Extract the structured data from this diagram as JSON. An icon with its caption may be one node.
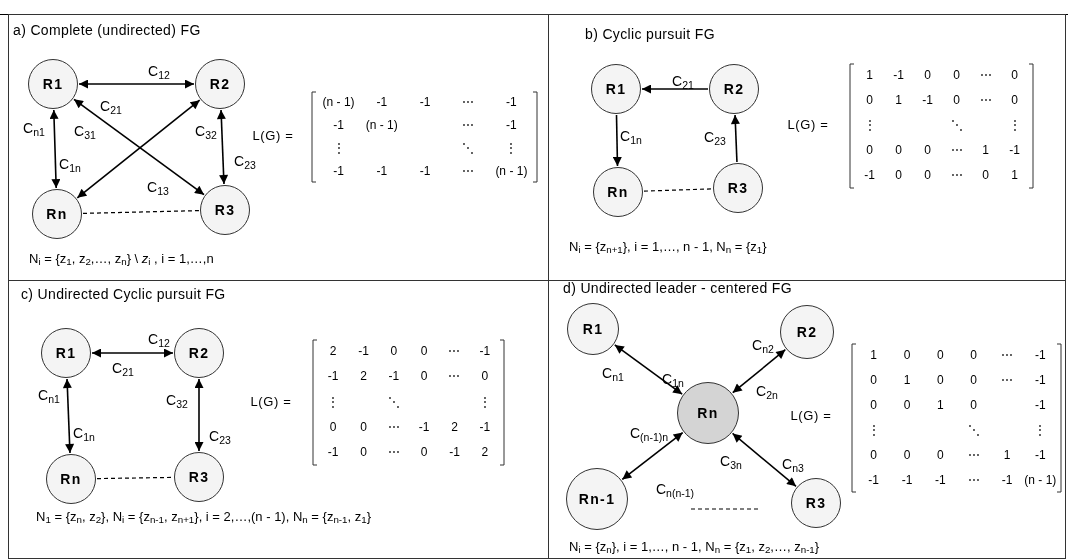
{
  "diagram": {
    "nodes": [
      {
        "text": [
          "a) Complete (undirected) FG"
        ]
      },
      {
        "text": [
          "R1"
        ],
        "in": 0
      },
      {
        "text": [
          "R2"
        ],
        "in": 0
      },
      {
        "text": [
          "Rn"
        ],
        "in": 0
      },
      {
        "text": [
          "R3"
        ],
        "in": 0
      },
      {
        "text": [
          "b) Cyclic pursuit FG"
        ]
      },
      {
        "text": [
          "R1"
        ],
        "in": 5
      },
      {
        "text": [
          "R2"
        ],
        "in": 5
      },
      {
        "text": [
          "Rn"
        ],
        "in": 5
      },
      {
        "text": [
          "R3"
        ],
        "in": 5
      },
      {
        "text": [
          "c) Undirected Cyclic pursuit FG"
        ]
      },
      {
        "text": [
          "R1"
        ],
        "in": 10
      },
      {
        "text": [
          "R2"
        ],
        "in": 10
      },
      {
        "text": [
          "Rn"
        ],
        "in": 10
      },
      {
        "text": [
          "R3"
        ],
        "in": 10
      },
      {
        "text": [
          "d) Undirected leader - centered FG"
        ]
      },
      {
        "text": [
          "R1"
        ],
        "in": 15
      },
      {
        "text": [
          "R2"
        ],
        "in": 15
      },
      {
        "text": [
          "Rn"
        ],
        "in": 15
      },
      {
        "text": [
          "Rn-1"
        ],
        "in": 15
      },
      {
        "text": [
          "R3"
        ],
        "in": 15
      }
    ],
    "edges": [
      {
        "from": 1,
        "to": 2,
        "arrow": "both"
      },
      {
        "from": 1,
        "to": 3,
        "arrow": "both"
      },
      {
        "from": 1,
        "to": 4,
        "arrow": "both"
      },
      {
        "from": 2,
        "to": 3,
        "arrow": "both"
      },
      {
        "from": 2,
        "to": 4,
        "arrow": "both"
      },
      {
        "from": 3,
        "to": 4,
        "arrow": "none",
        "style": "dashed"
      },
      {
        "from": 7,
        "to": 6,
        "arrow": "to"
      },
      {
        "from": 6,
        "to": 8,
        "arrow": "to"
      },
      {
        "from": 9,
        "to": 7,
        "arrow": "to"
      },
      {
        "from": 8,
        "to": 9,
        "arrow": "none",
        "style": "dashed"
      },
      {
        "from": 11,
        "to": 12,
        "arrow": "both"
      },
      {
        "from": 11,
        "to": 13,
        "arrow": "both"
      },
      {
        "from": 12,
        "to": 14,
        "arrow": "both"
      },
      {
        "from": 13,
        "to": 14,
        "arrow": "none",
        "style": "dashed"
      },
      {
        "from": 16,
        "to": 18,
        "arrow": "both"
      },
      {
        "from": 17,
        "to": 18,
        "arrow": "both"
      },
      {
        "from": 19,
        "to": 18,
        "arrow": "both"
      },
      {
        "from": 20,
        "to": 18,
        "arrow": "both"
      }
    ],
    "labels": [
      "C$_{12}$",
      "C$_{21}$",
      "C$_{n1}$",
      "C$_{31}$",
      "C$_{32}$",
      "C$_{1n}$",
      "C$_{23}$",
      "C$_{13}$",
      "L(G) =",
      "(n - 1)",
      "-1",
      "-1",
      "⋯",
      "-1",
      "-1",
      "(n - 1)",
      "⋯",
      "-1",
      "⋮",
      "⋱",
      "⋮",
      "-1",
      "-1",
      "-1",
      "⋯",
      "(n - 1)",
      "N$_{i}$ = {z$_{1}$, z$_{2}$,…, z$_{n}$} \\ *z*$_{i}$ , i = 1,…,n",
      "C$_{21}$",
      "C$_{1n}$",
      "C$_{23}$",
      "L(G) =",
      "1",
      "-1",
      "0",
      "0",
      "⋯",
      "0",
      "0",
      "1",
      "-1",
      "0",
      "⋯",
      "0",
      "⋮",
      "⋱",
      "⋮",
      "0",
      "0",
      "0",
      "⋯",
      "1",
      "-1",
      "-1",
      "0",
      "0",
      "⋯",
      "0",
      "1",
      "N$_{i}$ = {z$_{n+1}$}, i = 1,…, n - 1,  N$_{n}$ = {z$_{1}$}",
      "C$_{12}$",
      "C$_{21}$",
      "C$_{n1}$",
      "C$_{32}$",
      "C$_{1n}$",
      "C$_{23}$",
      "L(G) =",
      "2",
      "-1",
      "0",
      "0",
      "⋯",
      "-1",
      "-1",
      "2",
      "-1",
      "0",
      "⋯",
      "0",
      "⋮",
      "⋱",
      "⋮",
      "0",
      "0",
      "⋯",
      "-1",
      "2",
      "-1",
      "-1",
      "0",
      "⋯",
      "0",
      "-1",
      "2",
      "N$_{1}$ = {z$_{n}$, z$_{2}$}, N$_{i}$ = {z$_{n-1}$, z$_{n+1}$}, i = 2,…,(n - 1), N$_{n}$ = {z$_{n-1}$, z$_{1}$}",
      "C$_{n1}$",
      "C$_{1n}$",
      "C$_{n2}$",
      "C$_{2n}$",
      "C$_{(n-1)n}$",
      "C$_{3n}$",
      "C$_{n3}$",
      "C$_{n(n-1)}$",
      "L(G) =",
      "1",
      "0",
      "0",
      "0",
      "⋯",
      "-1",
      "0",
      "1",
      "0",
      "0",
      "⋯",
      "-1",
      "0",
      "0",
      "1",
      "0",
      "-1",
      "⋮",
      "⋱",
      "⋮",
      "0",
      "0",
      "0",
      "⋯",
      "1",
      "-1",
      "-1",
      "-1",
      "-1",
      "⋯",
      "-1",
      "(n - 1)",
      "N$_{i}$ = {z$_{n}$}, i = 1,…, n - 1, N$_{n}$ = {z$_{1}$, z$_{2}$,…, z$_{n-1}$}"
    ]
  }
}
